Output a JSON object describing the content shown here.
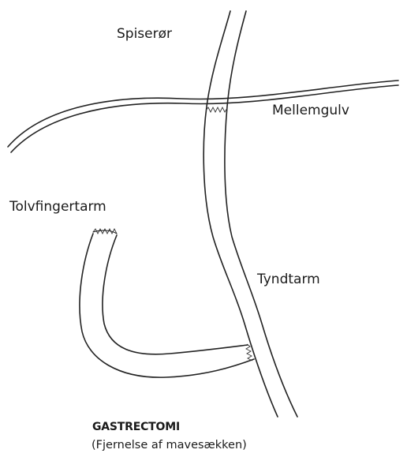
{
  "labels": {
    "esophagus": "Spiserør",
    "diaphragm": "Mellemgulv",
    "duodenum": "Tolvfingertarm",
    "small_intestine": "Tyndtarm"
  },
  "caption": {
    "title": "GASTRECTOMI",
    "subtitle": "(Fjernelse af mavesækken)"
  },
  "colors": {
    "line": "#222222",
    "background": "#ffffff"
  }
}
